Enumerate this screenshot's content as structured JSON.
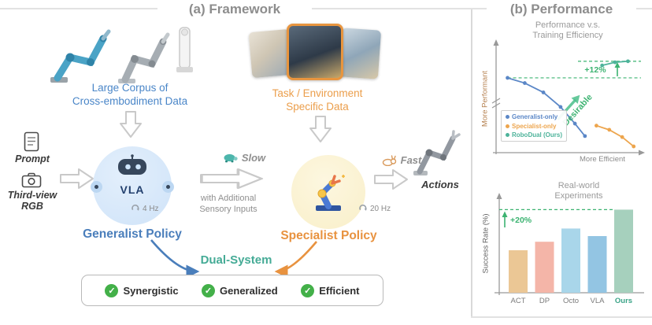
{
  "panel_a": {
    "title": "(a) Framework",
    "generalist_data": {
      "line1": "Large Corpus of",
      "line2": "Cross-embodiment Data"
    },
    "specialist_data": {
      "line1": "Task / Environment",
      "line2": "Specific Data"
    },
    "inputs": {
      "prompt_label": "Prompt",
      "rgb_label_line1": "Third-view",
      "rgb_label_line2": "RGB"
    },
    "generalist": {
      "model_label": "VLA",
      "rate": "4 Hz",
      "policy_label": "Generalist Policy"
    },
    "transition": {
      "slow_label": "Slow",
      "note_line1": "with Additional",
      "note_line2": "Sensory Inputs",
      "fast_label": "Fast"
    },
    "specialist": {
      "rate": "20 Hz",
      "policy_label": "Specialist Policy"
    },
    "actions_label": "Actions",
    "dual_system": {
      "title": "Dual-System",
      "features": [
        "Synergistic",
        "Generalized",
        "Efficient"
      ]
    }
  },
  "panel_b": {
    "title": "(b) Performance"
  },
  "icons": {
    "check": "✓"
  },
  "colors": {
    "generalist_blue": "#4a7ebb",
    "specialist_orange": "#e8923f",
    "dual_teal": "#45ab96",
    "gain_green": "#3cb371",
    "check_green": "#43b049",
    "title_gray": "#8d8d8d"
  },
  "chart_data": [
    {
      "id": "performance_vs_efficiency",
      "type": "line",
      "title_lines": [
        "Performance v.s.",
        "Training Efficiency"
      ],
      "xlabel": "More Efficient",
      "ylabel": "More Performant",
      "annotation_gain": "+12%",
      "annotation_desirable": "Desirable",
      "axis_range": {
        "x": [
          0,
          100
        ],
        "y": [
          0,
          100
        ]
      },
      "legend_position": "lower-left",
      "dashed_baseline_y": 72,
      "dashed_ours_y": 88,
      "series": [
        {
          "name": "Generalist-only",
          "color": "#5b87c7",
          "points": [
            [
              8,
              72
            ],
            [
              20,
              67
            ],
            [
              33,
              58
            ],
            [
              45,
              44
            ],
            [
              55,
              28
            ],
            [
              62,
              16
            ]
          ]
        },
        {
          "name": "Specialist-only",
          "color": "#eda54d",
          "points": [
            [
              70,
              26
            ],
            [
              79,
              22
            ],
            [
              88,
              15
            ],
            [
              96,
              6
            ]
          ]
        },
        {
          "name": "RoboDual (Ours)",
          "color": "#4db39a",
          "points": [
            [
              74,
              84
            ],
            [
              83,
              87
            ],
            [
              92,
              88
            ]
          ]
        }
      ]
    },
    {
      "id": "real_world_experiments",
      "type": "bar",
      "title_lines": [
        "Real-world",
        "Experiments"
      ],
      "ylabel": "Success Rate (%)",
      "categories": [
        "ACT",
        "DP",
        "Octo",
        "VLA",
        "Ours"
      ],
      "values": [
        45,
        54,
        68,
        60,
        88
      ],
      "colors": [
        "#ebc795",
        "#f4b5a8",
        "#a9d6ea",
        "#93c5e3",
        "#a6d0bd"
      ],
      "highlight_category": "Ours",
      "highlight_color": "#3aa387",
      "annotation_gain": "+20%",
      "ylim": [
        0,
        100
      ]
    }
  ]
}
